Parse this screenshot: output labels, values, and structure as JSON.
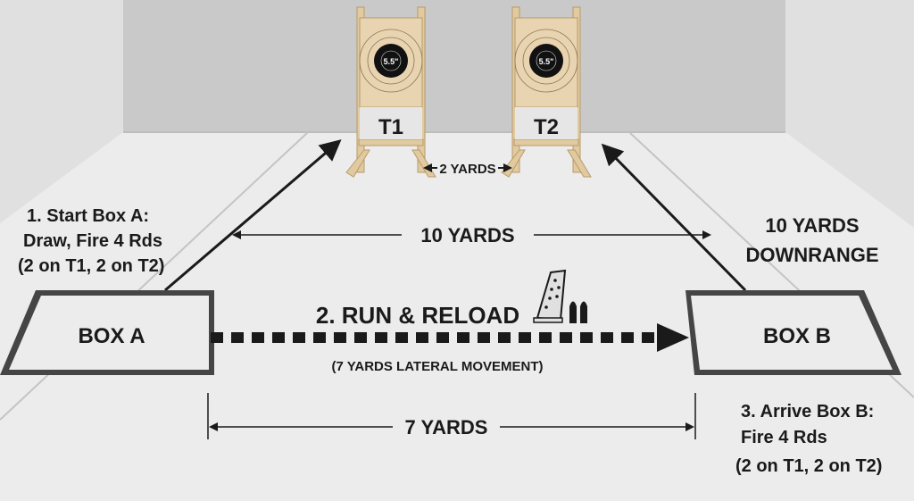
{
  "targets": [
    {
      "label": "T1",
      "center_label": "5.5\""
    },
    {
      "label": "T2",
      "center_label": "5.5\""
    }
  ],
  "target_spacing": "2 YARDS",
  "step1": {
    "line1": "1. Start Box A:",
    "line2": "Draw, Fire 4 Rds",
    "line3": "(2 on T1, 2 on T2)"
  },
  "box_a": "BOX A",
  "box_b": "BOX B",
  "downrange": {
    "line1": "10 YARDS",
    "line2": "DOWNRANGE"
  },
  "width_dim": "10 YARDS",
  "step2": {
    "title": "2. RUN & RELOAD",
    "subtitle": "(7 YARDS LATERAL MOVEMENT)"
  },
  "lateral_dim": "7 YARDS",
  "step3": {
    "line1": "3. Arrive Box B:",
    "line2": "Fire 4 Rds",
    "line3": "(2 on T1, 2 on T2)"
  },
  "colors": {
    "wall": "#c9c9c9",
    "floor": "#ececec",
    "wood": "#e2caa0",
    "ink": "#1a1a1a"
  }
}
